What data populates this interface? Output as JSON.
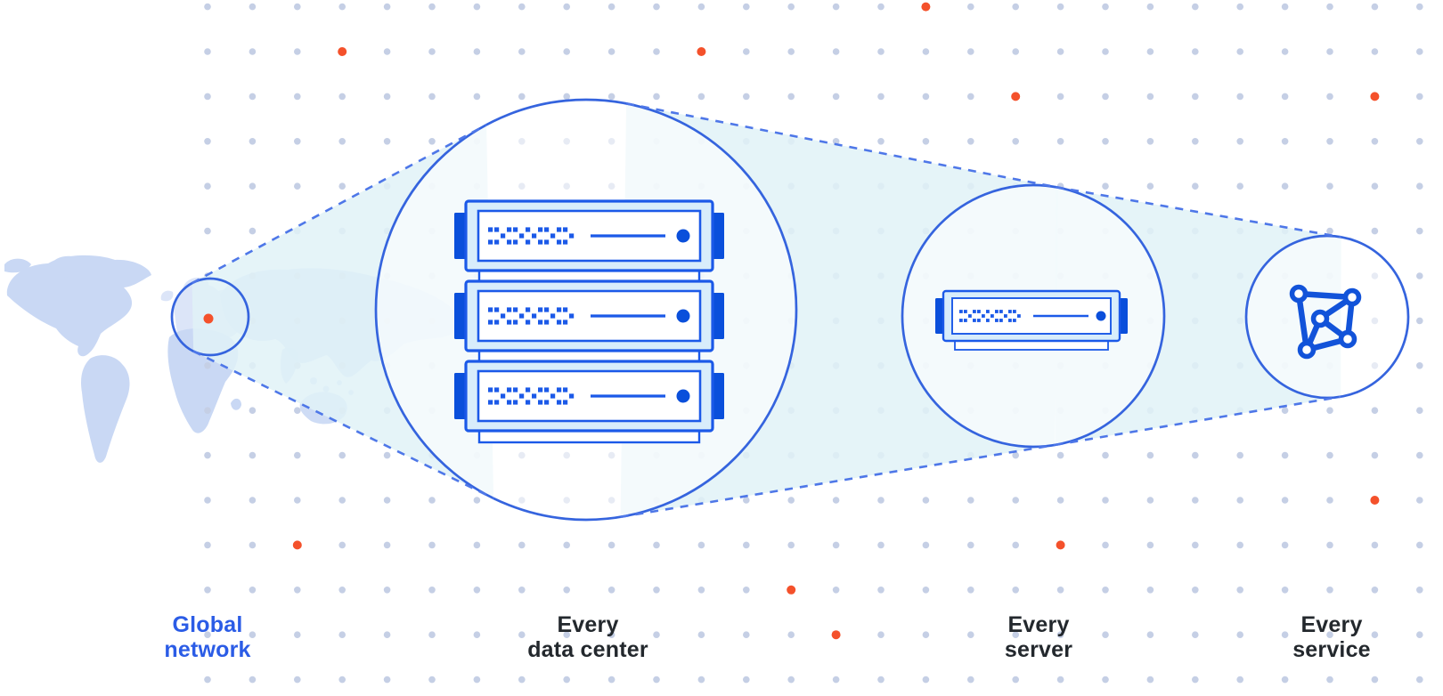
{
  "stages": [
    {
      "id": "global-network",
      "line1": "Global",
      "line2": "network",
      "color": "#2B5CE6"
    },
    {
      "id": "every-data-center",
      "line1": "Every",
      "line2": "data center",
      "color": "#23282D"
    },
    {
      "id": "every-server",
      "line1": "Every",
      "line2": "server",
      "color": "#23282D"
    },
    {
      "id": "every-service",
      "line1": "Every",
      "line2": "service",
      "color": "#23282D"
    }
  ],
  "icons": [
    {
      "name": "world-map"
    },
    {
      "name": "location-marker-icon"
    },
    {
      "name": "data-center-icon",
      "server_units": 3
    },
    {
      "name": "server-icon",
      "server_units": 1
    },
    {
      "name": "network-mesh-icon"
    }
  ],
  "background": {
    "accent_dots": [
      [
        16,
        0
      ],
      [
        3,
        1
      ],
      [
        11,
        1
      ],
      [
        18,
        2
      ],
      [
        26,
        2
      ],
      [
        26,
        11
      ],
      [
        2,
        12
      ],
      [
        19,
        12
      ],
      [
        13,
        13
      ],
      [
        14,
        14
      ]
    ]
  },
  "colors": {
    "accent_orange": "#F4512B",
    "dot_gray": "#C5CFE5",
    "map_fill": "#C9D8F4",
    "map_fill_light": "#DCE5F8",
    "circle_stroke": "#3564DE",
    "dashed_line": "#4E77E8",
    "cone_fill": "#E0F2F7",
    "server_border": "#1B59E8",
    "server_fill": "#D8EDFB",
    "server_dark": "#0A4FDB",
    "icon_blue": "#1253D9",
    "label_blue": "#2B5CE6",
    "label_dark": "#23282D"
  }
}
